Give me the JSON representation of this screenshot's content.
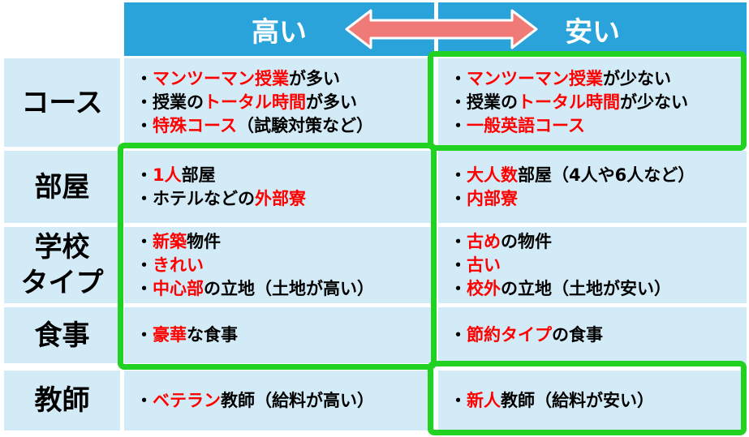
{
  "header": {
    "high": "高い",
    "low": "安い"
  },
  "rows": [
    {
      "label": "コース",
      "high": [
        [
          {
            "t": "・"
          },
          {
            "t": "マンツーマン授業",
            "hl": true
          },
          {
            "t": "が多い"
          }
        ],
        [
          {
            "t": "・授業の"
          },
          {
            "t": "トータル時間",
            "hl": true
          },
          {
            "t": "が多い"
          }
        ],
        [
          {
            "t": "・"
          },
          {
            "t": "特殊コース",
            "hl": true
          },
          {
            "t": "（試験対策など）"
          }
        ]
      ],
      "low": [
        [
          {
            "t": "・"
          },
          {
            "t": "マンツーマン授業",
            "hl": true
          },
          {
            "t": "が少ない"
          }
        ],
        [
          {
            "t": "・授業の"
          },
          {
            "t": "トータル時間",
            "hl": true
          },
          {
            "t": "が少ない"
          }
        ],
        [
          {
            "t": "・"
          },
          {
            "t": "一般英語コース",
            "hl": true
          }
        ]
      ]
    },
    {
      "label": "部屋",
      "high": [
        [
          {
            "t": "・"
          },
          {
            "t": "1人",
            "hl": true
          },
          {
            "t": "部屋"
          }
        ],
        [
          {
            "t": "・ホテルなどの"
          },
          {
            "t": "外部寮",
            "hl": true
          }
        ]
      ],
      "low": [
        [
          {
            "t": "・"
          },
          {
            "t": "大人数",
            "hl": true
          },
          {
            "t": "部屋（4人や6人など）"
          }
        ],
        [
          {
            "t": "・"
          },
          {
            "t": "内部寮",
            "hl": true
          }
        ]
      ]
    },
    {
      "label": "学校タイプ",
      "label_lines": [
        "学校",
        "タイプ"
      ],
      "high": [
        [
          {
            "t": "・"
          },
          {
            "t": "新築",
            "hl": true
          },
          {
            "t": "物件"
          }
        ],
        [
          {
            "t": "・"
          },
          {
            "t": "きれい",
            "hl": true
          }
        ],
        [
          {
            "t": "・"
          },
          {
            "t": "中心部",
            "hl": true
          },
          {
            "t": "の立地（土地が高い）"
          }
        ]
      ],
      "low": [
        [
          {
            "t": "・"
          },
          {
            "t": "古め",
            "hl": true
          },
          {
            "t": "の物件"
          }
        ],
        [
          {
            "t": "・"
          },
          {
            "t": "古い",
            "hl": true
          }
        ],
        [
          {
            "t": "・"
          },
          {
            "t": "校外",
            "hl": true
          },
          {
            "t": "の立地（土地が安い）"
          }
        ]
      ]
    },
    {
      "label": "食事",
      "high": [
        [
          {
            "t": "・"
          },
          {
            "t": "豪華",
            "hl": true
          },
          {
            "t": "な食事"
          }
        ]
      ],
      "low": [
        [
          {
            "t": "・"
          },
          {
            "t": "節約タイプ",
            "hl": true
          },
          {
            "t": "の食事"
          }
        ]
      ]
    },
    {
      "label": "教師",
      "high": [
        [
          {
            "t": "・"
          },
          {
            "t": "ベテラン",
            "hl": true
          },
          {
            "t": "教師（給料が高い）"
          }
        ]
      ],
      "low": [
        [
          {
            "t": "・"
          },
          {
            "t": "新人",
            "hl": true
          },
          {
            "t": "教師（給料が安い）"
          }
        ]
      ]
    }
  ],
  "colors": {
    "header_bg": "#29a3da",
    "cell_bg": "#d3ebf6",
    "highlight": "#ff0000",
    "frame": "#22d222",
    "arrow": "#f07a78"
  },
  "icons": {
    "arrow": "double-arrow-icon"
  }
}
